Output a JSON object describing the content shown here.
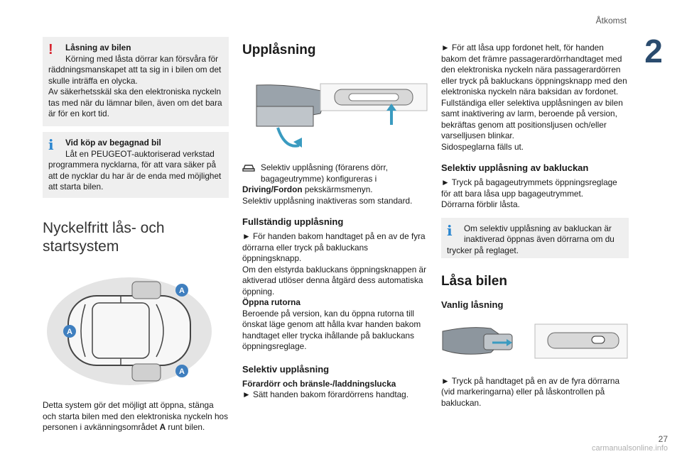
{
  "header": {
    "title": "Åtkomst",
    "chapter": "2"
  },
  "footer": {
    "page": "27",
    "watermark": "carmanualsonline.info"
  },
  "col1": {
    "warning": {
      "title": "Låsning av bilen",
      "line1": "Körning med låsta dörrar kan försvåra för",
      "body": "räddningsmanskapet att ta sig in i bilen om det skulle inträffa en olycka.\nAv säkerhetsskäl ska den elektroniska nyckeln tas med när du lämnar bilen, även om det bara är för en kort tid."
    },
    "info": {
      "title": "Vid köp av begagnad bil",
      "line1": "Låt en PEUGEOT-auktoriserad verkstad",
      "body": "programmera nycklarna, för att vara säker på att de nycklar du har är de enda med möjlighet att starta bilen."
    },
    "heading": "Nyckelfritt lås- och startsystem",
    "figure_labels": [
      "A",
      "A",
      "A"
    ],
    "desc_start": "Detta system gör det möjligt att öppna, stänga och starta bilen med den elektroniska nyckeln hos personen i avkänningsområdet ",
    "desc_bold": "A",
    "desc_end": " runt bilen."
  },
  "col2": {
    "title": "Upplåsning",
    "nav_note_line1": "Selektiv upplåsning (förarens dörr,",
    "nav_note_line2": "bagageutrymme) konfigureras i",
    "nav_bold": "Driving/Fordon",
    "nav_rest": " pekskärmsmenyn.",
    "nav_line4": "Selektiv upplåsning inaktiveras som standard.",
    "full_title": "Fullständig upplåsning",
    "full_body": "► För handen bakom handtaget på en av de fyra dörrarna eller tryck på bakluckans öppningsknapp.\nOm den elstyrda bakluckans öppningsknappen är aktiverad utlöser denna åtgärd dess automatiska öppning.",
    "windows_title": "Öppna rutorna",
    "windows_body": "Beroende på version, kan du öppna rutorna till önskat läge genom att hålla kvar handen bakom handtaget eller trycka ihållande på bakluckans öppningsreglage.",
    "selective_title": "Selektiv upplåsning",
    "selective_sub": "Förardörr och bränsle-/laddningslucka",
    "selective_body": "► Sätt handen bakom förardörrens handtag."
  },
  "col3": {
    "intro": "► För att låsa upp fordonet helt, för handen bakom det främre passagerardörrhandtaget med den elektroniska nyckeln nära passagerardörren eller tryck på bakluckans öppningsknapp med den elektroniska nyckeln nära baksidan av fordonet.\nFullständiga eller selektiva upplåsningen av bilen samt inaktivering av larm, beroende på version, bekräftas genom att positionsljusen och/eller varselljusen blinkar.\nSidospeglarna fälls ut.",
    "tailgate_title": "Selektiv upplåsning av bakluckan",
    "tailgate_body": "► Tryck på bagageutrymmets öppningsreglage för att bara låsa upp bagageutrymmet.\nDörrarna förblir låsta.",
    "info_line1": "Om selektiv upplåsning av bakluckan är",
    "info_line2": "inaktiverad öppnas även dörrarna om du",
    "info_line3": "trycker på reglaget.",
    "lock_title": "Låsa bilen",
    "normal_title": "Vanlig låsning",
    "lock_body": "► Tryck på handtaget på en av de fyra dörrarna (vid markeringarna) eller på låskontrollen på bakluckan."
  }
}
